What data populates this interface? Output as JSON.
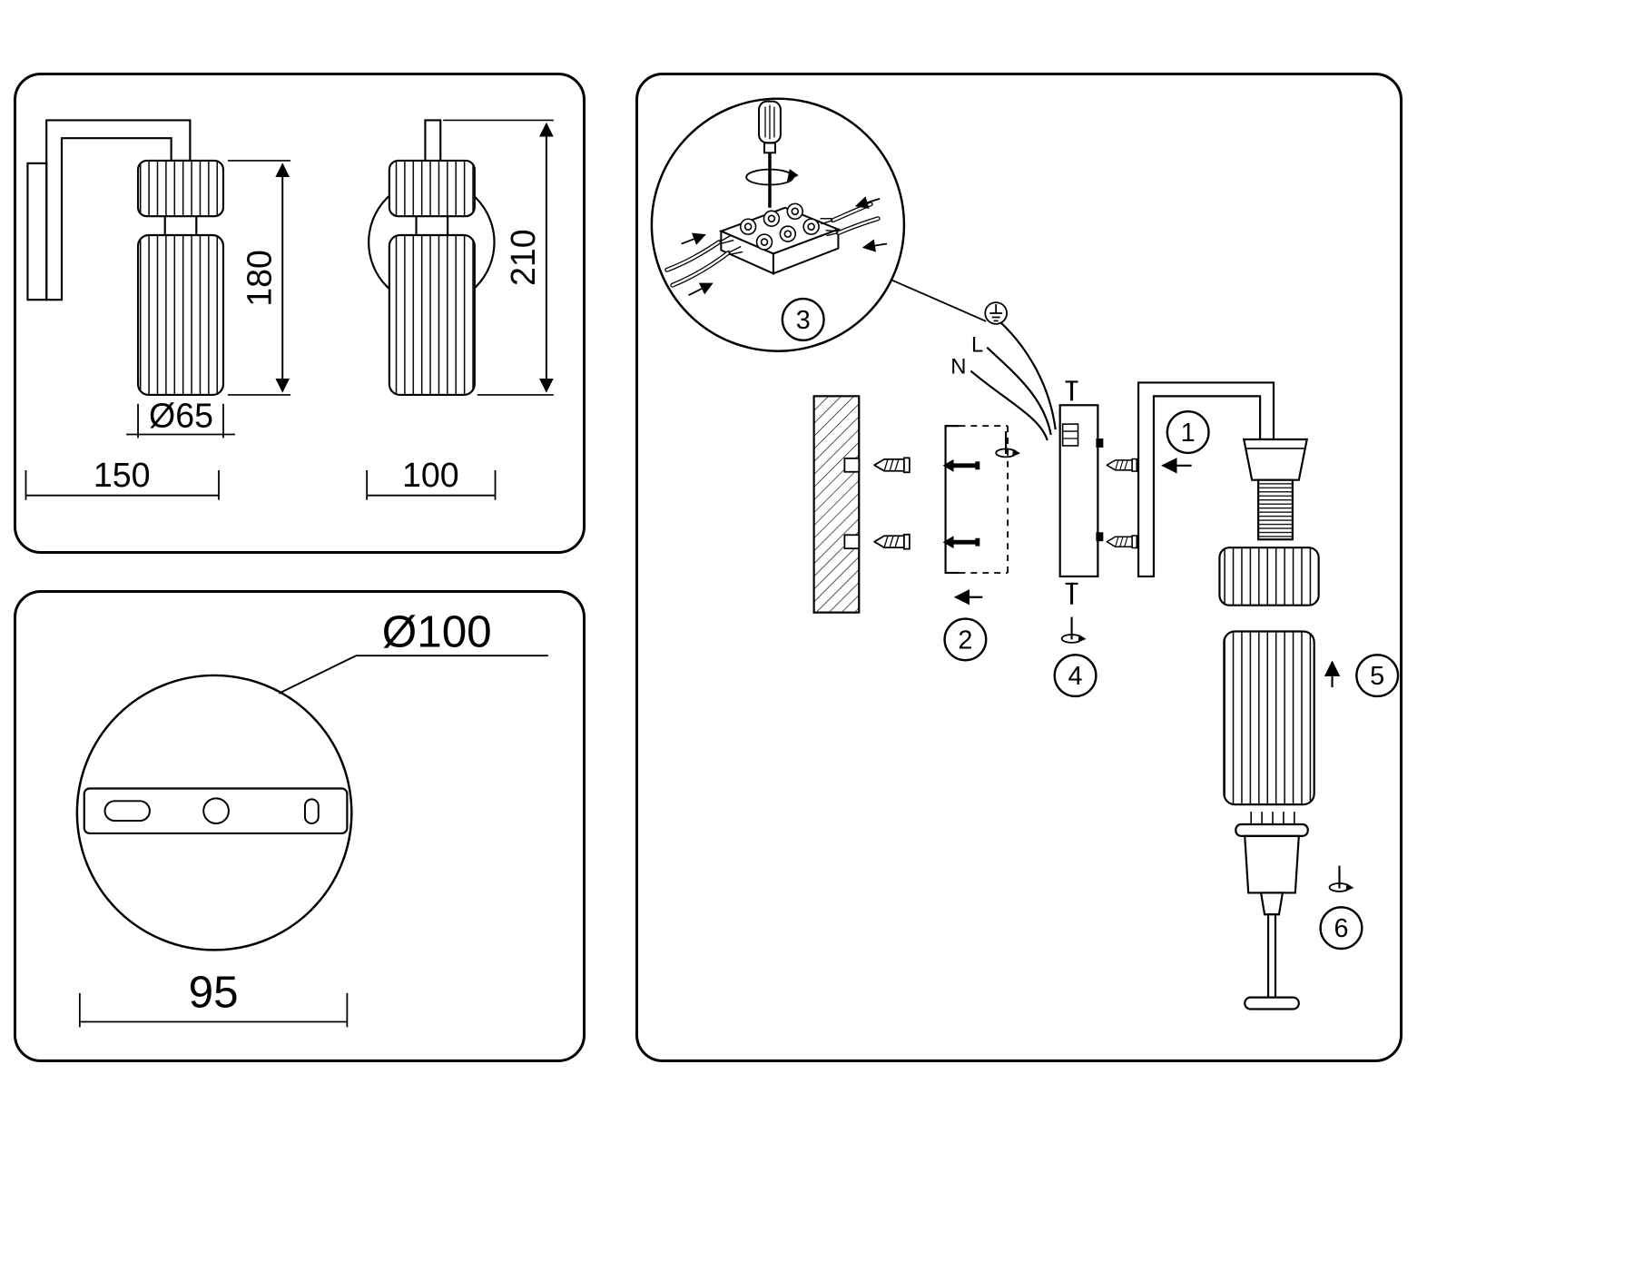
{
  "colors": {
    "background": "#ffffff",
    "line": "#000000"
  },
  "panel_dimensions": {
    "side_view": {
      "height": "180",
      "shade_diameter": "Ø65",
      "depth": "150"
    },
    "front_view": {
      "height": "210",
      "width": "100"
    }
  },
  "panel_base_plate": {
    "plate_diameter": "Ø100",
    "hole_spacing": "95"
  },
  "panel_installation": {
    "steps": [
      {
        "num": "1"
      },
      {
        "num": "2"
      },
      {
        "num": "3"
      },
      {
        "num": "4"
      },
      {
        "num": "5"
      },
      {
        "num": "6"
      }
    ],
    "wire_labels": {
      "live": "L",
      "neutral": "N"
    }
  }
}
